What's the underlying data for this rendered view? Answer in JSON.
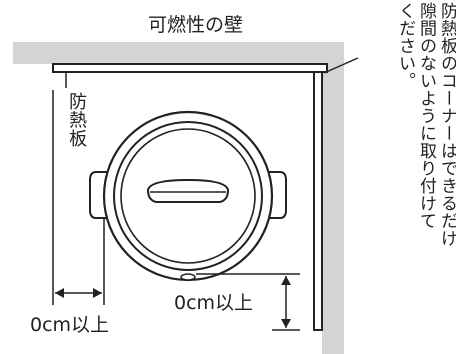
{
  "wall_label": "可燃性の壁",
  "board_label": "防熱板",
  "note_lines": [
    "防熱板のコーナーはできるだけ",
    "隙間のないように取り付けて",
    "ください。"
  ],
  "gap_left": "0cm以上",
  "gap_right": "0cm以上",
  "colors": {
    "wall": "#d4d4d4",
    "line": "#222222",
    "pot_fill": "#ffffff"
  }
}
